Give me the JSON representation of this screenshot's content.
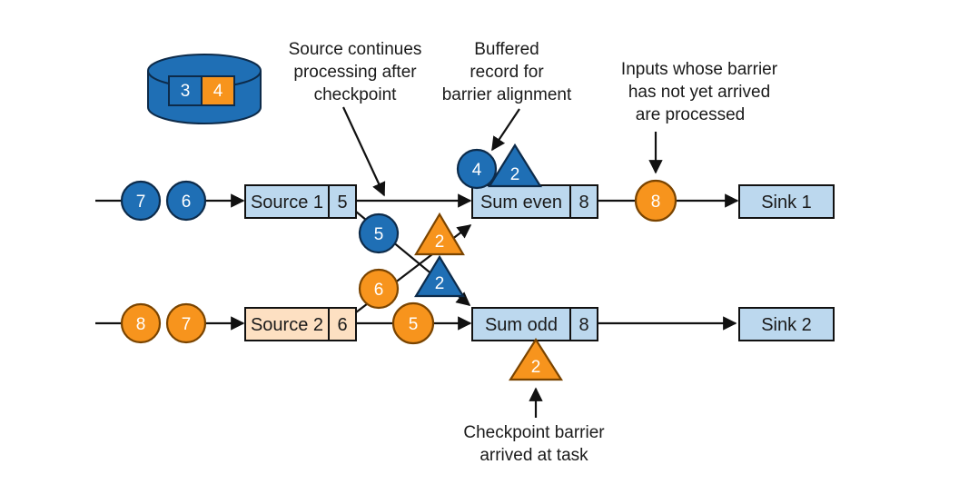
{
  "colors": {
    "blue": "#1f6fb5",
    "orange": "#f7941d",
    "box_blue": "#bcd8ee",
    "box_orange": "#fde0c2",
    "line": "#111111"
  },
  "state_store": {
    "values": [
      "3",
      "4"
    ]
  },
  "annotations": {
    "source_continues": [
      "Source continues",
      "processing after",
      "checkpoint"
    ],
    "buffered": [
      "Buffered",
      "record for",
      "barrier alignment"
    ],
    "inputs": [
      "Inputs whose barrier",
      "has not yet arrived",
      "are processed"
    ],
    "checkpoint_arrived": [
      "Checkpoint barrier",
      "arrived at task"
    ]
  },
  "sources": {
    "source1": {
      "label": "Source 1",
      "value": "5"
    },
    "source2": {
      "label": "Source 2",
      "value": "6"
    }
  },
  "operators": {
    "sum_even": {
      "label": "Sum even",
      "value": "8"
    },
    "sum_odd": {
      "label": "Sum odd",
      "value": "8"
    }
  },
  "sinks": {
    "sink1": {
      "label": "Sink 1"
    },
    "sink2": {
      "label": "Sink 2"
    }
  },
  "records": {
    "in1_a": "7",
    "in1_b": "6",
    "in2_a": "8",
    "in2_b": "7",
    "cross_blue_5": "5",
    "cross_orange_6": "6",
    "buffered_4": "4",
    "to_sink1_8": "8",
    "to_sumodd_5": "5"
  },
  "barriers": {
    "blue_buffered": "2",
    "orange_cross": "2",
    "blue_cross": "2",
    "orange_sumodd": "2"
  }
}
